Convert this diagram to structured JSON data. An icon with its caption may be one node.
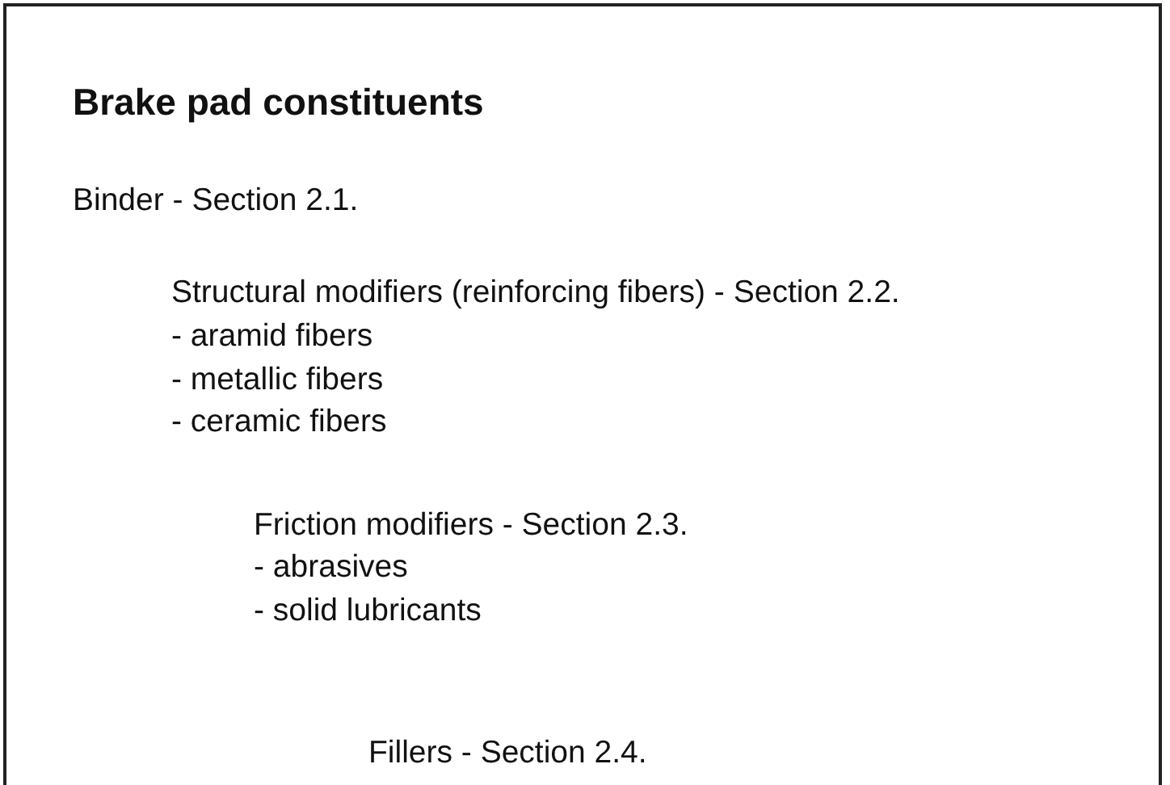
{
  "diagram": {
    "nodes": [
      {
        "text": [
          "Brake pad constituents",
          "Binder - Section 2.1.",
          "Structural modifiers (reinforcing fibers) - Section 2.2.",
          "- aramid fibers",
          "- metallic fibers",
          "- ceramic fibers",
          "Friction modifiers - Section 2.3.",
          "- abrasives",
          "- solid lubricants",
          "Fillers - Section 2.4."
        ]
      }
    ]
  }
}
